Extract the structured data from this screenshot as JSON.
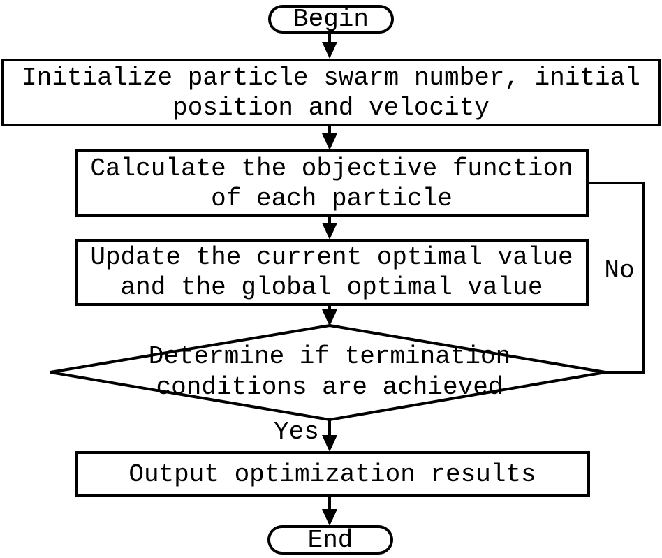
{
  "diagram": {
    "type": "flowchart",
    "topic": "particle swarm optimization procedure",
    "colors": {
      "stroke": "#000000",
      "background": "#ffffff",
      "text": "#000000"
    },
    "nodes": {
      "begin": {
        "shape": "terminator",
        "label": "Begin"
      },
      "initialize": {
        "shape": "process",
        "lines": [
          "Initialize particle swarm number, initial",
          "position and velocity"
        ]
      },
      "calculate": {
        "shape": "process",
        "lines": [
          "Calculate the objective function",
          "of each particle"
        ]
      },
      "update": {
        "shape": "process",
        "lines": [
          "Update the current optimal value",
          "and the global optimal value"
        ]
      },
      "decision": {
        "shape": "decision",
        "lines": [
          "Determine if termination",
          "conditions are achieved"
        ]
      },
      "output": {
        "shape": "process",
        "label": "Output optimization results"
      },
      "end": {
        "shape": "terminator",
        "label": "End"
      }
    },
    "edge_labels": {
      "yes": "Yes",
      "no": "No"
    }
  }
}
